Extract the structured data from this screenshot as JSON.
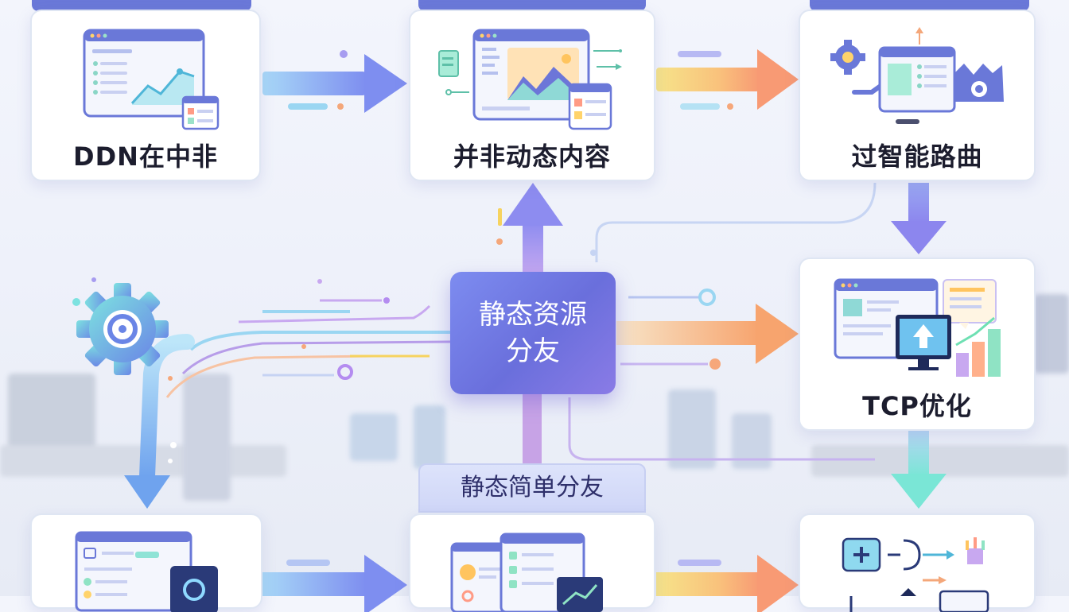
{
  "nodes": {
    "top_left": "DDN在中非",
    "top_center": "并非动态内容",
    "top_right": "过智能路曲",
    "right_mid": "TCP优化",
    "hub_line1": "静态资源",
    "hub_line2": "分友",
    "bottom_banner": "静态简单分友"
  },
  "colors": {
    "accent": "#6a78d8",
    "hub": "#7483ea",
    "arrow_blue": "#7fa6ee",
    "arrow_orange": "#f7a56b",
    "arrow_purple": "#9a8cf0",
    "arrow_cyan": "#7ee0d8"
  },
  "icons": [
    "browser-chart-icon",
    "dashboard-icon",
    "gear-window-icon",
    "monitor-upload-icon",
    "gear-icon",
    "login-window-icon",
    "profile-window-icon",
    "flow-icon"
  ]
}
